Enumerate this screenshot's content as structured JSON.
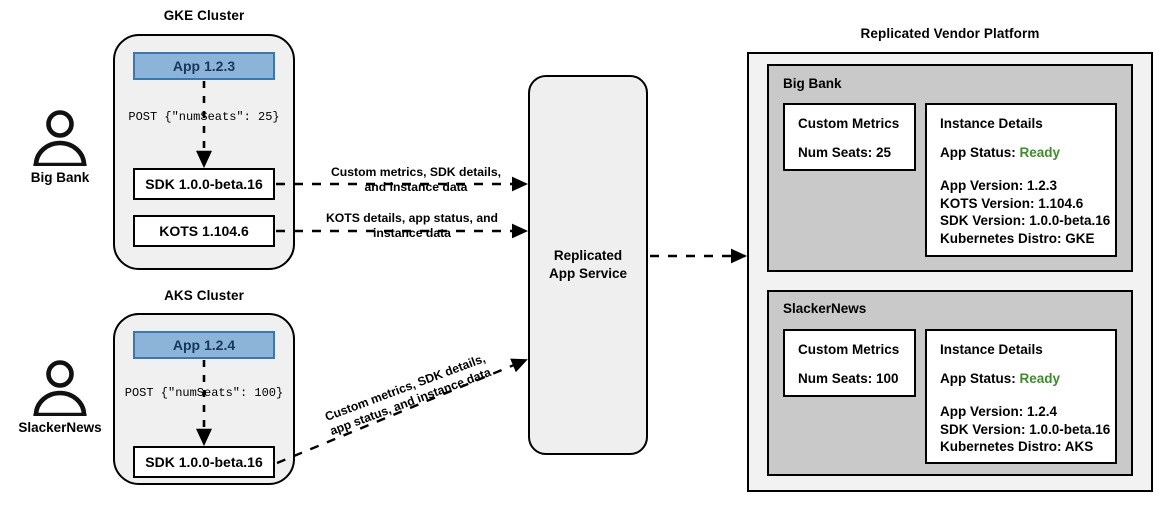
{
  "clusters": [
    {
      "title": "GKE Cluster",
      "actor": "Big Bank",
      "app": "App 1.2.3",
      "post": "POST {\"numSeats\": 25}",
      "components": [
        "SDK 1.0.0-beta.16",
        "KOTS 1.104.6"
      ]
    },
    {
      "title": "AKS Cluster",
      "actor": "SlackerNews",
      "app": "App 1.2.4",
      "post": "POST {\"numSeats\": 100}",
      "components": [
        "SDK 1.0.0-beta.16"
      ]
    }
  ],
  "edges": {
    "sdk_to_service": "Custom metrics, SDK details, and instance data",
    "kots_to_service": "KOTS details, app status, and instance data",
    "aks_to_service": "Custom metrics, SDK details, app status, and instance data"
  },
  "service": {
    "line1": "Replicated",
    "line2": "App Service"
  },
  "platform": {
    "title": "Replicated Vendor Platform",
    "tenants": [
      {
        "name": "Big Bank",
        "metrics": {
          "title": "Custom Metrics",
          "seats_label": "Num Seats: 25"
        },
        "details": {
          "title": "Instance Details",
          "status_label": "App Status:",
          "status_value": "Ready",
          "lines": [
            "App Version: 1.2.3",
            "KOTS Version: 1.104.6",
            "SDK Version: 1.0.0-beta.16",
            "Kubernetes Distro: GKE"
          ]
        }
      },
      {
        "name": "SlackerNews",
        "metrics": {
          "title": "Custom Metrics",
          "seats_label": "Num Seats: 100"
        },
        "details": {
          "title": "Instance Details",
          "status_label": "App Status:",
          "status_value": "Ready",
          "lines": [
            "App Version: 1.2.4",
            "SDK Version: 1.0.0-beta.16",
            "Kubernetes Distro: AKS"
          ]
        }
      }
    ]
  },
  "colors": {
    "app_fill": "#8cb4d9",
    "app_border": "#3c78ad",
    "app_text": "#17375e",
    "cluster_fill": "#f0f0f0",
    "tenant_fill": "#c9c9c9",
    "platform_fill": "#f2f2f2",
    "ready_green": "#3e8c2b",
    "stroke": "#000000"
  }
}
